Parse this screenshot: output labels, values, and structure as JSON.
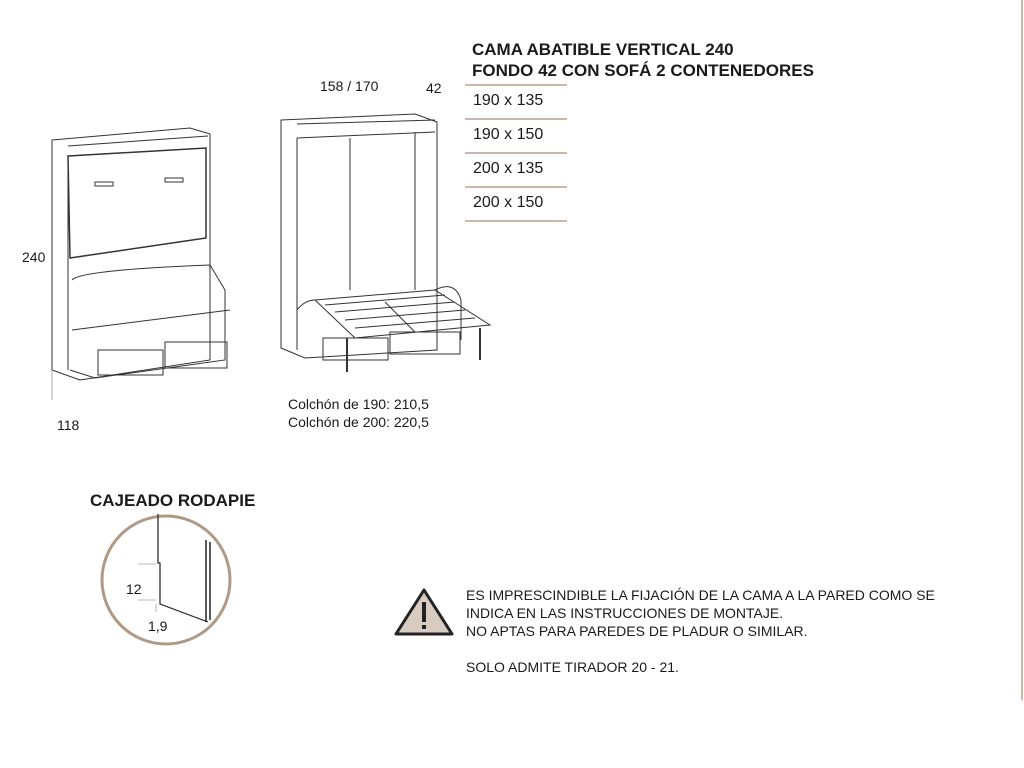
{
  "product": {
    "title_line1": "CAMA ABATIBLE VERTICAL 240",
    "title_line2": "FONDO 42 CON SOFÁ 2 CONTENEDORES",
    "sizes": [
      "190 x 135",
      "190 x 150",
      "200 x 135",
      "200 x 150"
    ]
  },
  "dimensions": {
    "height": "240",
    "depth_closed": "118",
    "width": "158 / 170",
    "depth": "42",
    "mattress_190": "Colchón de 190: 210,5",
    "mattress_200": "Colchón de 200: 220,5"
  },
  "detail": {
    "title": "CAJEADO RODAPIE",
    "height_label": "12",
    "depth_label": "1,9"
  },
  "warning": {
    "icon": "warning-triangle-icon",
    "line1": "ES IMPRESCINDIBLE LA FIJACIÓN DE LA CAMA A LA PARED COMO SE",
    "line2": "INDICA EN LAS INSTRUCCIONES DE MONTAJE.",
    "line3": "NO APTAS PARA PAREDES DE PLADUR O SIMILAR.",
    "line4": "SOLO ADMITE TIRADOR 20 - 21."
  },
  "colors": {
    "accent": "#c9b9a8",
    "warning_fill": "#d8ccc0"
  }
}
